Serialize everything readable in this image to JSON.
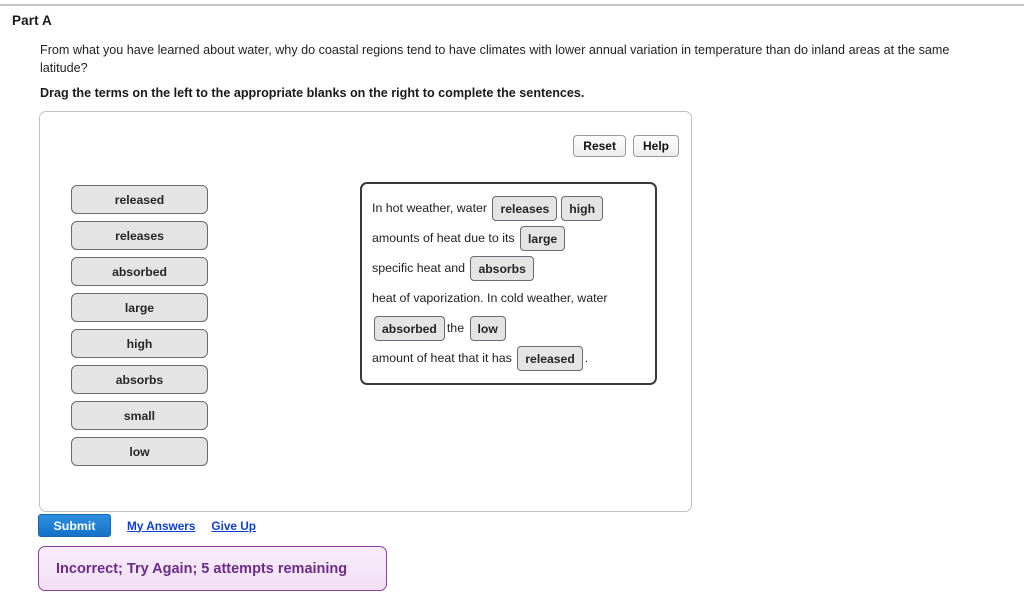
{
  "header": {
    "part_title": "Part A",
    "question": "From what you have learned about water, why do coastal regions tend to have climates with lower annual variation in temperature than do inland areas at the same latitude?",
    "instruction": "Drag the terms on the left to the appropriate blanks on the right to complete the sentences."
  },
  "toolbar": {
    "reset_label": "Reset",
    "help_label": "Help"
  },
  "terms_bank": {
    "items": [
      {
        "label": "released"
      },
      {
        "label": "releases"
      },
      {
        "label": "absorbed"
      },
      {
        "label": "large"
      },
      {
        "label": "high"
      },
      {
        "label": "absorbs"
      },
      {
        "label": "small"
      },
      {
        "label": "low"
      }
    ]
  },
  "sentence": {
    "segments": [
      {
        "type": "text",
        "value": "In hot weather, water"
      },
      {
        "type": "blank",
        "value": "releases"
      },
      {
        "type": "blank",
        "value": "high"
      },
      {
        "type": "text",
        "value": "amounts of heat due to its"
      },
      {
        "type": "blank",
        "value": "large"
      },
      {
        "type": "text",
        "value": "specific heat and"
      },
      {
        "type": "blank",
        "value": "absorbs"
      },
      {
        "type": "text",
        "value": "heat of vaporization. In cold weather, water"
      },
      {
        "type": "blank",
        "value": "absorbed"
      },
      {
        "type": "text",
        "value": "the"
      },
      {
        "type": "blank",
        "value": "low"
      },
      {
        "type": "text",
        "value": "amount of heat that it has"
      },
      {
        "type": "blank",
        "value": "released"
      },
      {
        "type": "text",
        "value": "."
      }
    ]
  },
  "actions": {
    "submit_label": "Submit",
    "my_answers_label": "My Answers",
    "give_up_label": "Give Up"
  },
  "feedback": {
    "message": "Incorrect; Try Again; 5 attempts remaining",
    "text_color": "#6b2d86",
    "border_color": "#8d3fa0",
    "background_color": "#f4e4f7"
  },
  "theme": {
    "submit_blue": "#1372c8",
    "link_blue": "#0b3fd6",
    "tile_fill": "#e4e4e4",
    "tile_border": "#6a6a72"
  }
}
